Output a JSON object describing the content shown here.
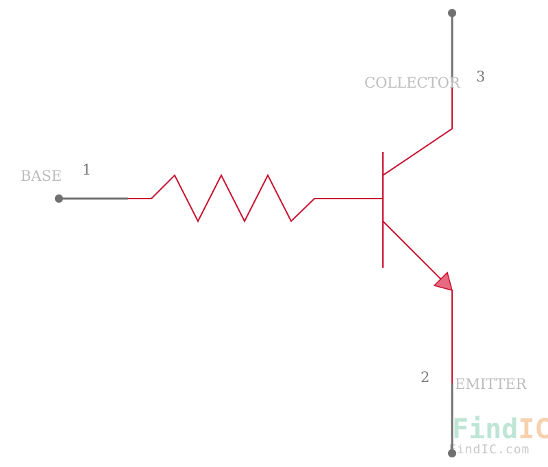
{
  "pins": {
    "base": {
      "label": "BASE",
      "number": "1"
    },
    "emitter": {
      "label": "EMITTER",
      "number": "2"
    },
    "collector": {
      "label": "COLLECTOR",
      "number": "3"
    }
  },
  "watermark": {
    "logo_part1": "Find",
    "logo_part2": "IC",
    "url": "FindIC.com",
    "colors": {
      "part1": "#a8dcc8",
      "part2": "#f4c79a"
    }
  },
  "colors": {
    "symbol": "#c8102e",
    "pin_line": "#707070",
    "arrow_fill": "#e86a80"
  }
}
